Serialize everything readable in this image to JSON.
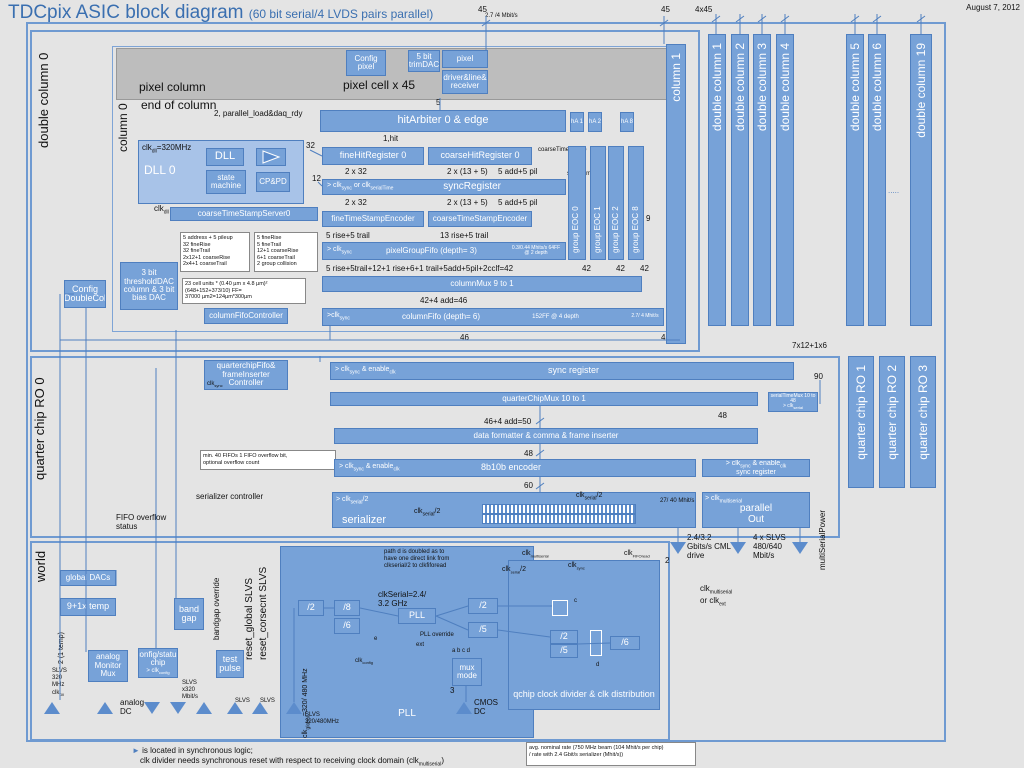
{
  "title": {
    "main": "TDCpix ASIC block diagram",
    "sub": "(60 bit serial/4 LVDS pairs parallel)"
  },
  "date": "August 7, 2012",
  "top_labels": {
    "n45a": "45",
    "rate": "2.7 /4 Mbit/s",
    "n45b": "45",
    "n4x45": "4x45"
  },
  "section_labels": {
    "double_column_0": "double column 0",
    "column_0": "column 0",
    "pixel_column": "pixel column",
    "end_of_column": "end of column",
    "quarter_chip_ro0": "quarter chip RO 0",
    "world": "world"
  },
  "double_columns": [
    "double column 1",
    "double column 2",
    "double column 3",
    "double column 4",
    "double column 5",
    "double column 6",
    "double column 19"
  ],
  "column1": "column 1",
  "dots": ".....",
  "quarter_chip_ro": [
    "quarter chip RO 1",
    "quarter chip RO 2",
    "quarter chip RO 3"
  ],
  "pixel": {
    "config": "Config pixel",
    "trimdac": "5 bit trimDAC",
    "pixel": "pixel",
    "driver": "driver&line& receiver",
    "cell": "pixel cell x 45",
    "n5": "5"
  },
  "eoc": {
    "parallel_load": "2, parallel_load&daq_rdy",
    "hitarbiter": "hitArbiter 0 & edge",
    "ha": [
      "hA 1",
      "hA 2",
      "hA 8"
    ],
    "hit1": "1,hit",
    "clk320": "clk",
    "clk320_sub": "dll",
    "clk320_val": "=320MHz",
    "dll": "DLL",
    "dll0": "DLL 0",
    "state_machine": "state machine",
    "cppd": "CP&PD",
    "n32": "32",
    "n12": "12",
    "clkdll": "clk",
    "clkdll_sub": "dll",
    "fine_hit": "fineHitRegister 0",
    "coarse_hit": "coarseHitRegister 0",
    "coarse_ts": "coarseTimeStamp",
    "two32": "2 x 32",
    "two13_5": "2 x (13 + 5)",
    "add5_a": "5 add+5 pil",
    "serialtime": "serialTime",
    "n1": "1",
    "clk_sync_or": "> clk",
    "sync_sub": "sync",
    "or_clk": " or clk",
    "serialtime_sub": "serialTime",
    "syncreg": "syncRegister",
    "two32b": "2 x 32",
    "two13_5b": "2 x (13 + 5)",
    "add5_b": "5 add+5 pil",
    "coarse_server": "coarseTimeStampServer0",
    "fine_enc": "fineTimeStampEncoder",
    "coarse_enc": "coarseTimeStampEncoder",
    "trail5": "5 rise+5 trail",
    "trail13": "13 rise+5 trail",
    "clk_sync2": "> clk",
    "sync_sub2": "sync",
    "pgfifo": "pixelGroupFifo (depth= 3)",
    "pgrate": "0.3/0.44 Mhits/s 64FF @ 2 depth",
    "sum_line": "5 rise+5trail+12+1 rise+6+1 trail+5add+5pil+2cclf=42",
    "n42a": "42",
    "n42b": "42",
    "n42c": "42",
    "mux9": "columnMux 9 to 1",
    "add46": "42+4 add=46",
    "colfifo_ctrl": "columnFifoController",
    "clk_sync3": ">clk",
    "sync_sub3": "sync",
    "colfifo": "columnFifo (depth= 6)",
    "ff152": "152FF @ 4 depth",
    "rate27": "2.7/ 4 Mhit/s",
    "geoc": [
      "group EOC 0",
      "group EOC 1",
      "group EOC 2",
      "group EOC 8"
    ],
    "n9": "9",
    "n46a": "46",
    "n46b": "46",
    "thr_dac": "3 bit thresholdDAC column & 3 bit bias DAC",
    "config_dc": "Config DoubleCol"
  },
  "notes": {
    "n1": [
      "5 address + 5 pileup",
      "32 fineRise",
      "32 fineTrail",
      "2x12+1 coarseRise",
      "2x4+1 coarseTrail"
    ],
    "n2": [
      "5 fineRise",
      "5 fineTrail",
      "12+1 coarseRise",
      "6+1 coarseTrail",
      "2 group collision"
    ],
    "n3": [
      "23 cell units * (0.40 µm x 4.8 µm)²",
      "(648+152+373/10) FF=",
      "37000 µm2=124µm*300µm"
    ],
    "fifo_ov": [
      "min. 40 FIFOs 1 FIFO overflow bit,",
      "optional overflow count"
    ]
  },
  "qc": {
    "qcfifo": "quarterchipFifo& frameInserter Controller",
    "clk_sync": "clk",
    "sync_sub": "sync",
    "clk_en": "> clk",
    "clk_en_sub": "sync",
    "en": " & enable",
    "en_sub": "clk",
    "syncreg": "sync register",
    "n90": "90",
    "x7": "7x12+1x6",
    "mux10": "quarterChipMux 10 to 1",
    "stmux": "serialTimeMux 10 to 48",
    "clk_ser": "> clk",
    "ser_sub": "serial",
    "n48a": "48",
    "add50": "46+4 add=50",
    "formatter": "data formatter & comma & frame inserter",
    "n48b": "48",
    "clk_en2": "> clk",
    "clk_en2_sub": "sync",
    "en2": " & enable",
    "en2_sub": "clk",
    "enc8b": "8b10b encoder",
    "clk_en3": "> clk",
    "clk_en3_sub": "sync",
    "en3": " & enable",
    "en3_sub": "clk",
    "syncreg2": "sync register",
    "n60": "60",
    "ser_ctrl": "serializer controller",
    "clk_ser2": "> clk",
    "ser2_sub": "serial",
    "ser2_tail": "/2",
    "clk_ser3": "clk",
    "ser3_sub": "serial",
    "ser3_tail": "/2",
    "clk_ser4": "clk",
    "ser4_sub": "serial",
    "ser4_tail": "/2",
    "serializer": "serializer",
    "rate27": "27/ 40 Mhit/s",
    "clk_multi": "> clk",
    "multi_sub": "multiserial",
    "parallel": "parallel Out",
    "fifo_ov": "FIFO overflow status",
    "cml": "2.4/3.2 Gbits/s CML drive",
    "n2": "2",
    "slvs4": "4 x  SLVS 480/640 Mbit/s",
    "multiserial_power": "multiSerialPower",
    "clk_ms_or": "clk",
    "ms_sub": "multiserial",
    "or_clk_ext": "or clk",
    "ext_sub": "ext"
  },
  "world": {
    "global_dacs": "global DACs",
    "temp": "9+1x temp",
    "bandgap": "band gap",
    "bandgap_override": "bandgap override",
    "reset_global": "reset_global SLVS",
    "reset_corsecnt": "reset_corsecnt SLVS",
    "temp2": "2 (1 temp)",
    "analog_mon": "analog Monitor Mux",
    "config_chip": "config/status chip",
    "clk_config": "> clk",
    "config_sub": "config",
    "test_pulse": "test pulse",
    "slvs320": "SLVS 320 MHz",
    "clkdll": "clk",
    "clkdll_sub": "Dll",
    "analog_dc": "analog DC",
    "slvs_x320": "SLVS x320 Mbit/s",
    "slvs_a": "SLVS",
    "slvs_b": "SLVS",
    "clkglobal": "clk",
    "clkglobal_sub": "global",
    "clkglobal_tail": "=320/ 480 MHz",
    "slvs480": "SLVS 320/480MHz",
    "pll": "PLL",
    "pll_inner": "PLL",
    "div2a": "/2",
    "div8": "/8",
    "div6a": "/6",
    "clkserial_val": "clkSerial=2.4/ 3.2 GHz",
    "div2b": "/2",
    "div5a": "/5",
    "pll_override": "PLL override",
    "ext": "ext",
    "mux": "mux mode",
    "abcd": "a   b   c   d",
    "n3": "3",
    "cmos": "CMOS DC",
    "path_note": "path d is doubled as to have one direct link from clkserial/2 to clkfiforead",
    "clk_config2": "clk",
    "config2_sub": "config",
    "clk_multiserial": "clk",
    "multiserial_sub": "multiserial",
    "clk_serial2": "clk",
    "serial2_sub": "serial",
    "serial2_tail": "/2",
    "clk_sync": "clk",
    "sync_sub": "sync",
    "clk_fiforead": "clk",
    "fiforead_sub": "FIFOread",
    "div2c": "/2",
    "div5b": "/5",
    "div6b": "/6",
    "qchip_div": "qchip clock divider & clk distribution",
    "label_e": "e",
    "label_b": "b",
    "label_d": "d",
    "label_c": "c"
  },
  "footer": {
    "sync": "is located in synchronous logic;",
    "clkdiv": "clk divider  needs synchronous reset with respect to receiving clock domain (clk",
    "clkdiv_sub": "multiserial",
    "clkdiv_tail": ")",
    "avg": "avg. nominal rate (750 MHz beam (104 Mhit/s per chip)",
    "avg2": "/ rate with 2.4 Gbit/s serializer (Mhit/s))"
  },
  "colors": {
    "block": "#77a2d8",
    "frame": "#6f9ad1",
    "title": "#3a6fb0",
    "grey": "#bdbdbd"
  }
}
